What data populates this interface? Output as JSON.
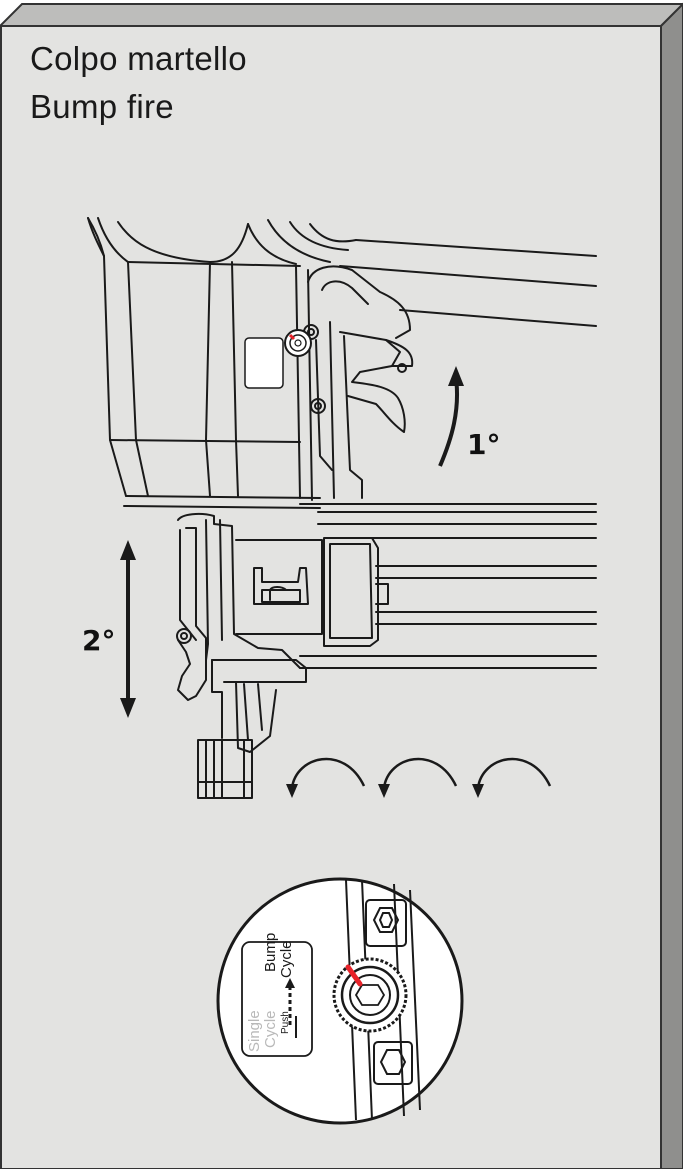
{
  "title": {
    "line1": "Colpo martello",
    "line2": "Bump fire"
  },
  "steps": {
    "first": "1°",
    "second": "2°"
  },
  "selector_label": {
    "bump": "Bump",
    "cycle_a": "Cycle",
    "push": "Push",
    "single": "Single",
    "cycle_b": "Cycle"
  },
  "colors": {
    "panel": "#e3e3e1",
    "panel_edge": "#555555",
    "line": "#1a1a1a",
    "indicator": "#e8232a"
  },
  "icons": [
    "up-down-arrow-icon",
    "curved-rotate-arrow-icon",
    "selector-dial-icon"
  ]
}
